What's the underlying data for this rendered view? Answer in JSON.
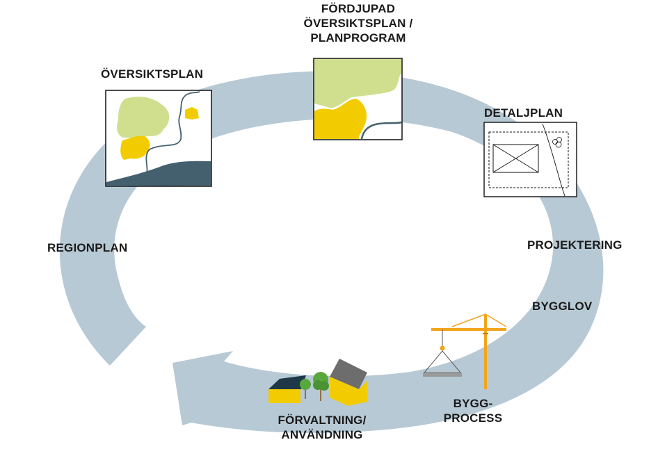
{
  "stages": {
    "oversiktsplan": "ÖVERSIKTSPLAN",
    "fordjupad_line1": "FÖRDJUPAD",
    "fordjupad_line2": "ÖVERSIKTSPLAN /",
    "fordjupad_line3": "PLANPROGRAM",
    "detaljplan": "DETALJPLAN",
    "projektering": "PROJEKTERING",
    "bygglov": "BYGGLOV",
    "byggprocess_line1": "BYGG-",
    "byggprocess_line2": "PROCESS",
    "forvaltning_line1": "FÖRVALTNING/",
    "forvaltning_line2": "ANVÄNDNING",
    "regionplan": "REGIONPLAN"
  },
  "colors": {
    "cycle_arrow": "#b7c9d5",
    "map_green": "#cfdf8e",
    "map_yellow": "#f2cc00",
    "water_dark": "#44606f",
    "crane_orange": "#f2a51c",
    "roof_dark": "#1f3847",
    "roof_grey": "#6d6d6d",
    "tree_green": "#59a83e"
  },
  "icons": [
    "overview-map-icon",
    "detailed-overview-map-icon",
    "detail-plan-icon",
    "crane-icon",
    "houses-trees-icon"
  ]
}
